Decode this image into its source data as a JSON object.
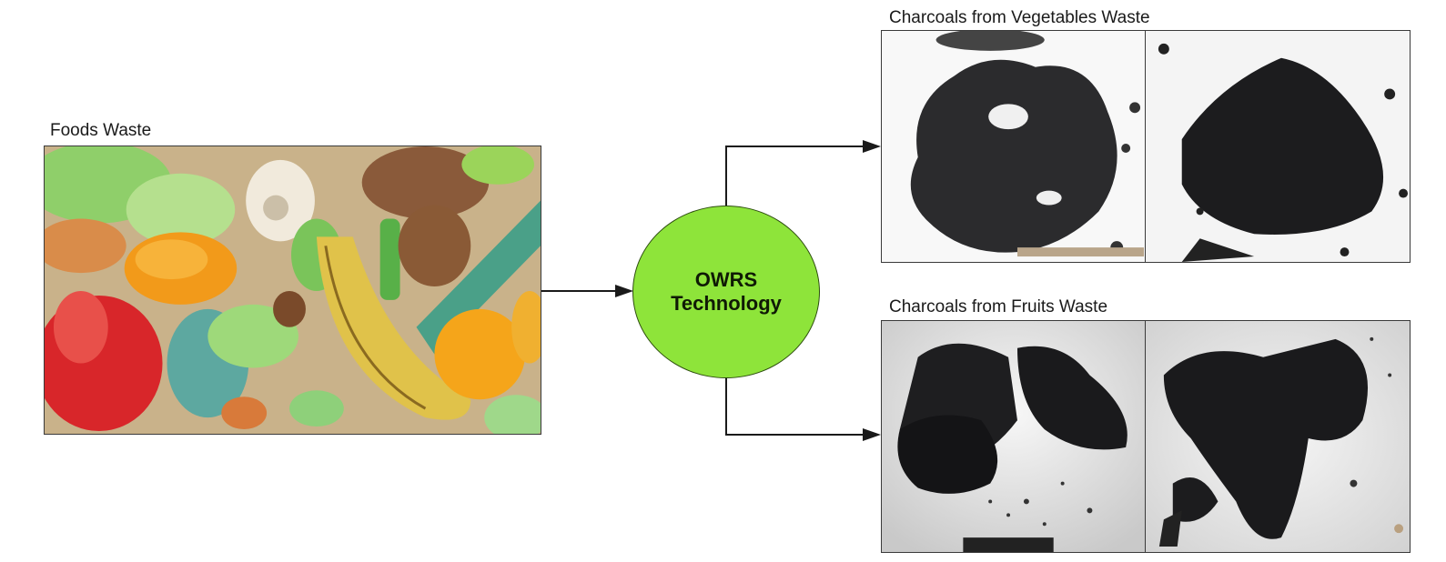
{
  "diagram": {
    "input": {
      "label": "Foods Waste",
      "image_description": "mixed food scraps: lettuce, orange halves, mushroom, banana peel, tomato, carrot"
    },
    "process": {
      "line1": "OWRS",
      "line2": "Technology",
      "fill_color": "#8ee43a"
    },
    "outputs": [
      {
        "label": "Charcoals from Vegetables Waste",
        "images": [
          "charred vegetable flakes on white background",
          "finely shredded black vegetable charcoal pile"
        ]
      },
      {
        "label": "Charcoals from Fruits Waste",
        "images": [
          "charred textured fruit pieces on white cloth",
          "charred fruit peel fragments on white cloth"
        ]
      }
    ],
    "connector_color": "#1a1a1a"
  }
}
